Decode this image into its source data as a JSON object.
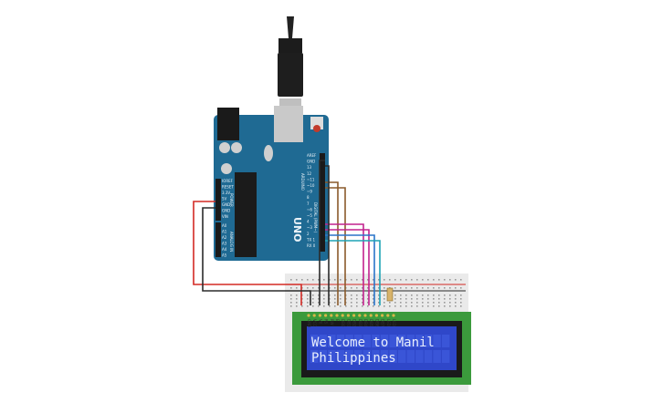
{
  "board": {
    "model": "UNO",
    "brand": "ARDUINO",
    "power_header_labels": [
      "IOREF",
      "RESET",
      "3.3V",
      "5V",
      "GND",
      "GND",
      "VIN"
    ],
    "analog_header_labels": [
      "A0",
      "A1",
      "A2",
      "A3",
      "A4",
      "A5"
    ],
    "digital_header_labels": [
      "AREF",
      "GND",
      "13",
      "12",
      "~11",
      "~10",
      "~9",
      "8",
      "7",
      "~6",
      "~5",
      "4",
      "~3",
      "2",
      "TX 1",
      "RX 0"
    ],
    "section_labels": {
      "power": "POWER",
      "analog": "ANALOG IN",
      "digital": "DIGITAL (PWM~)"
    }
  },
  "lcd": {
    "line1": "Welcome to Manil",
    "line2": "Philippines",
    "pin_labels": [
      "GND",
      "VCC",
      "V0",
      "RS",
      "RW",
      "E",
      "DB0",
      "DB1",
      "DB2",
      "DB3",
      "DB4",
      "DB5",
      "DB6",
      "DB7",
      "LED",
      "LED"
    ]
  },
  "colors": {
    "board": "#1f6a93",
    "lcd_pcb": "#3b9a3c",
    "lcd_screen": "#2f47c9",
    "breadboard": "#eaeaea",
    "wire_red": "#d32a24",
    "wire_black": "#2b2b2b",
    "wire_brown": "#8a5a2b",
    "wire_magenta": "#c2228e",
    "wire_blue": "#2a74c9",
    "wire_teal": "#1ea3b5"
  }
}
